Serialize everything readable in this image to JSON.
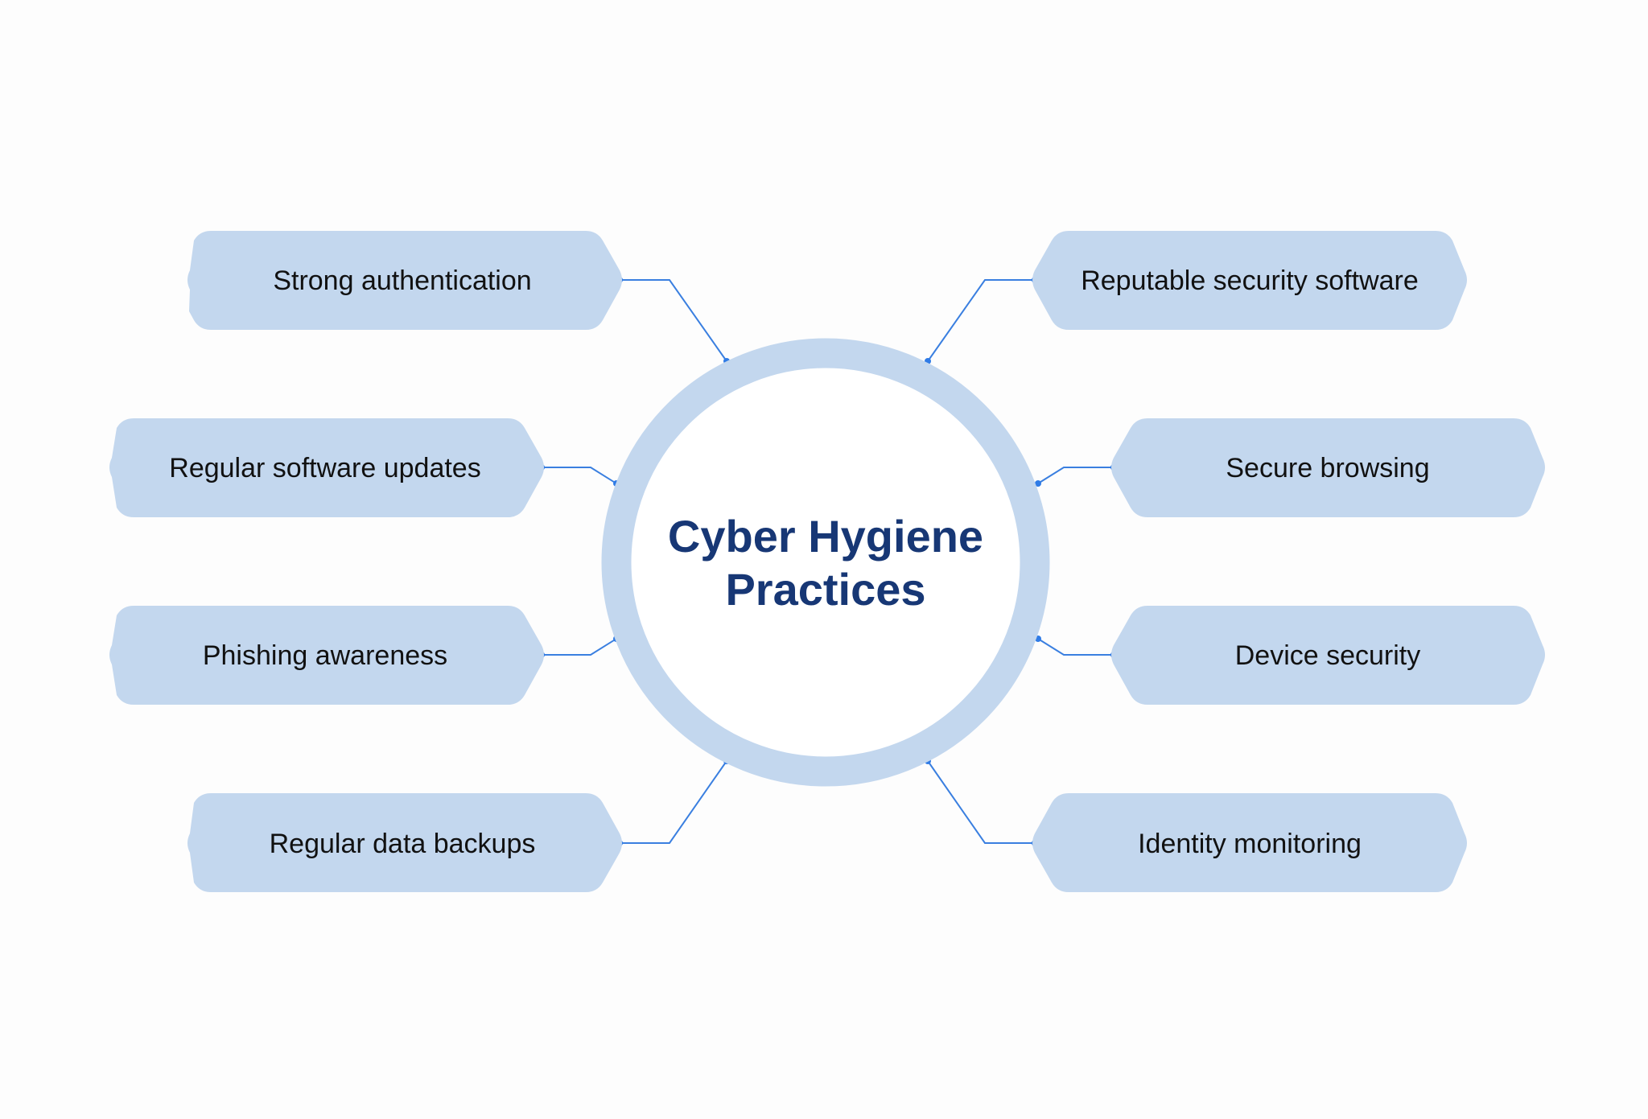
{
  "diagram": {
    "title_line1": "Cyber Hygiene",
    "title_line2": "Practices",
    "colors": {
      "node_fill": "#c3d7ee",
      "ring": "#c3d7ee",
      "connector": "#3a7fe0",
      "title": "#173775",
      "label": "#111111",
      "background": "#fdfdfd"
    },
    "left_nodes": [
      {
        "label": "Strong authentication"
      },
      {
        "label": "Regular software updates"
      },
      {
        "label": "Phishing awareness"
      },
      {
        "label": "Regular data backups"
      }
    ],
    "right_nodes": [
      {
        "label": "Reputable security software"
      },
      {
        "label": "Secure browsing"
      },
      {
        "label": "Device security"
      },
      {
        "label": "Identity monitoring"
      }
    ]
  }
}
